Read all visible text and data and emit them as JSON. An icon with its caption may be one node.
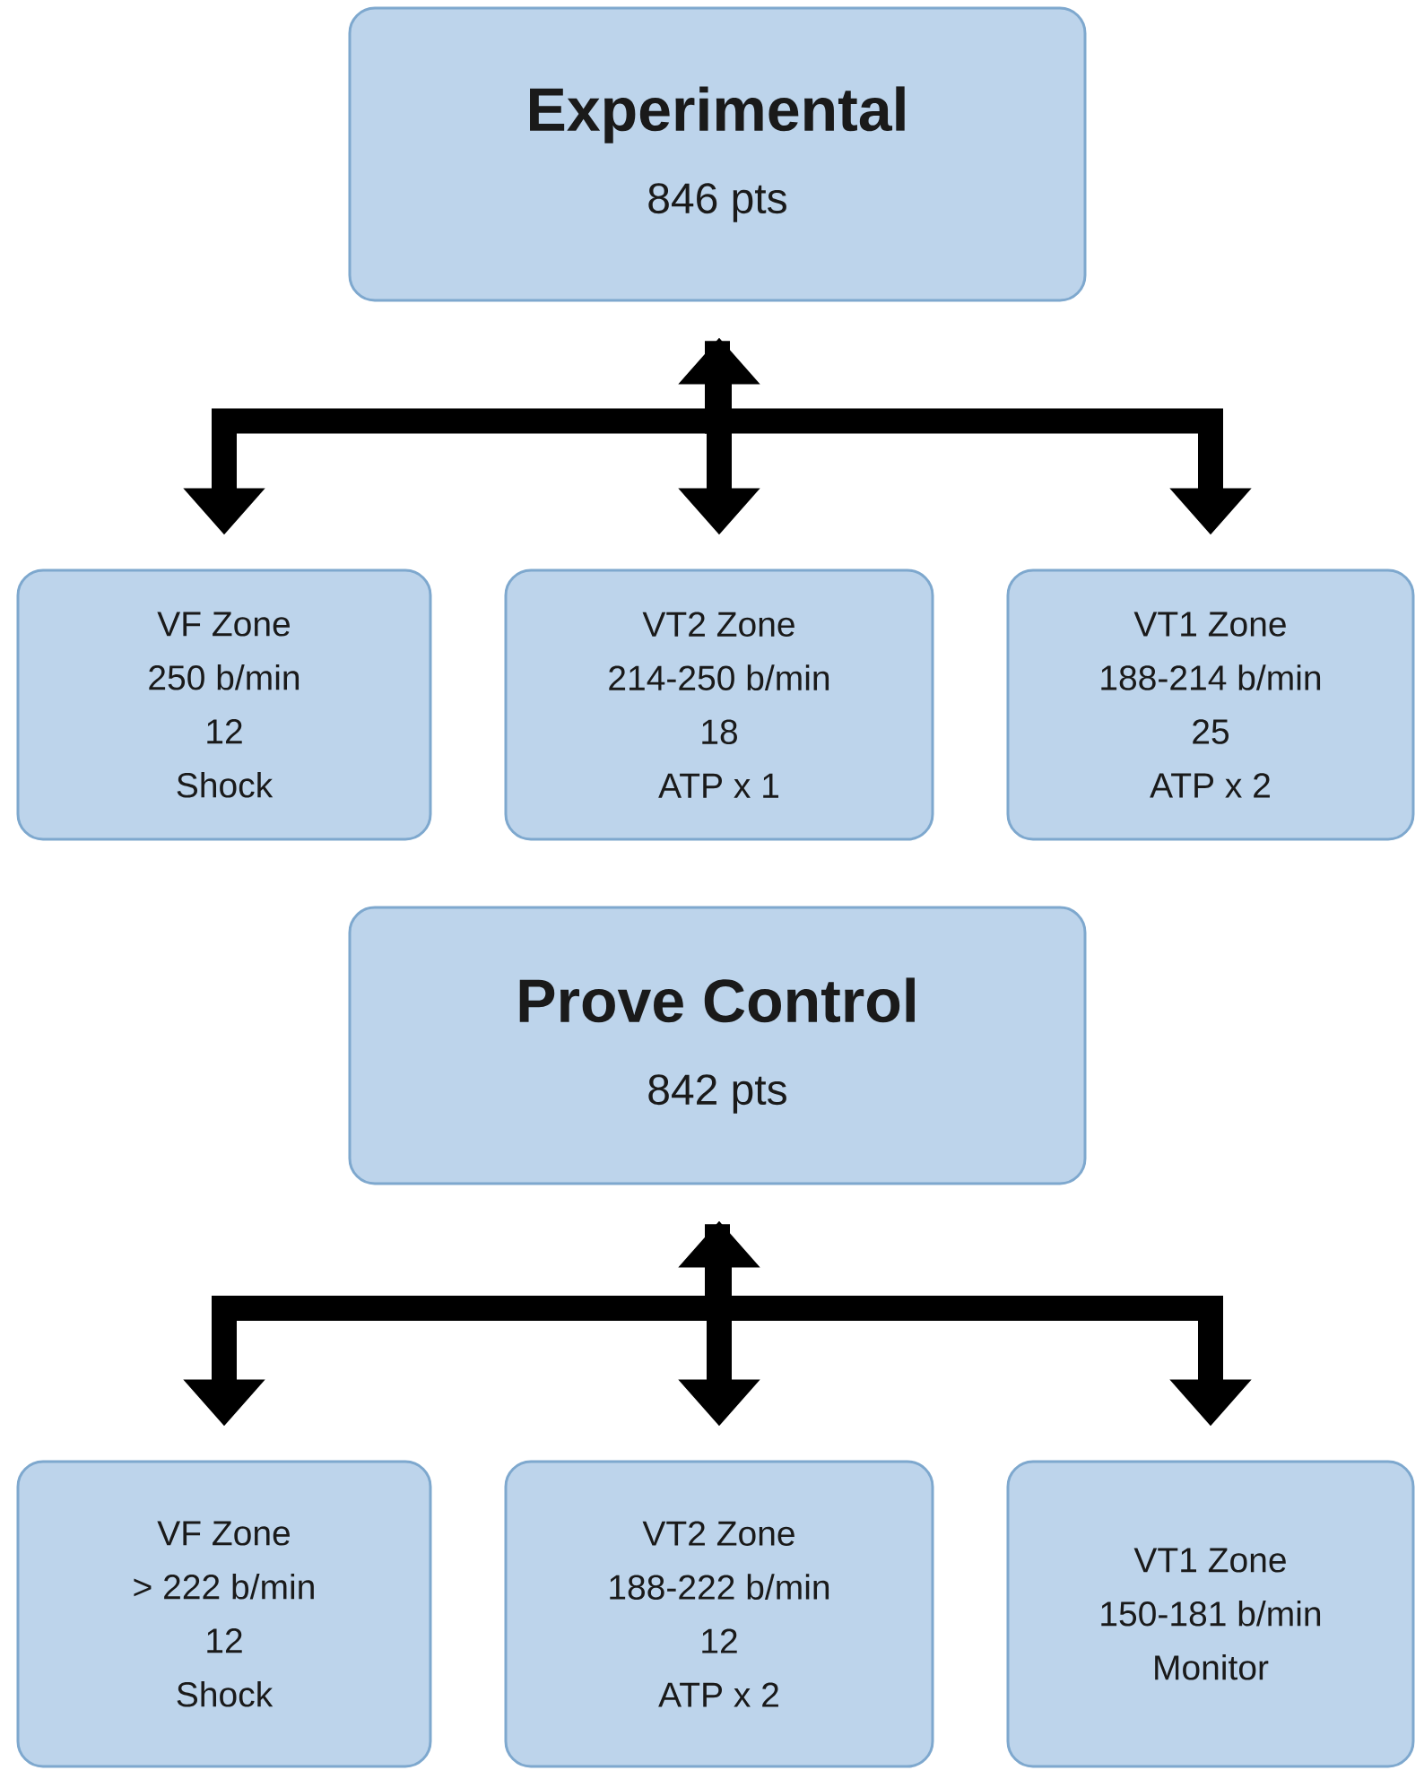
{
  "diagram": {
    "nodes": [
      {
        "text": [
          "Experimental",
          "846 pts"
        ]
      },
      {
        "text": [
          "VF Zone",
          "250 b/min",
          "12",
          "Shock"
        ]
      },
      {
        "text": [
          "VT2 Zone",
          "214-250 b/min",
          "18",
          "ATP x 1"
        ]
      },
      {
        "text": [
          "VT1 Zone",
          "188-214 b/min",
          "25",
          "ATP x 2"
        ]
      },
      {
        "text": [
          "Prove Control",
          "842 pts"
        ]
      },
      {
        "text": [
          "VF Zone",
          "> 222 b/min",
          "12",
          "Shock"
        ]
      },
      {
        "text": [
          "VT2 Zone",
          "188-222 b/min",
          "12",
          "ATP x 2"
        ]
      },
      {
        "text": [
          "VT1 Zone",
          "150-181 b/min",
          "Monitor"
        ]
      }
    ],
    "edges": [
      {
        "from": 0,
        "to": 1,
        "arrow": "to"
      },
      {
        "from": 0,
        "to": 2,
        "arrow": "both"
      },
      {
        "from": 0,
        "to": 3,
        "arrow": "to"
      },
      {
        "from": 4,
        "to": 5,
        "arrow": "to"
      },
      {
        "from": 4,
        "to": 6,
        "arrow": "both"
      },
      {
        "from": 4,
        "to": 7,
        "arrow": "to"
      }
    ]
  }
}
